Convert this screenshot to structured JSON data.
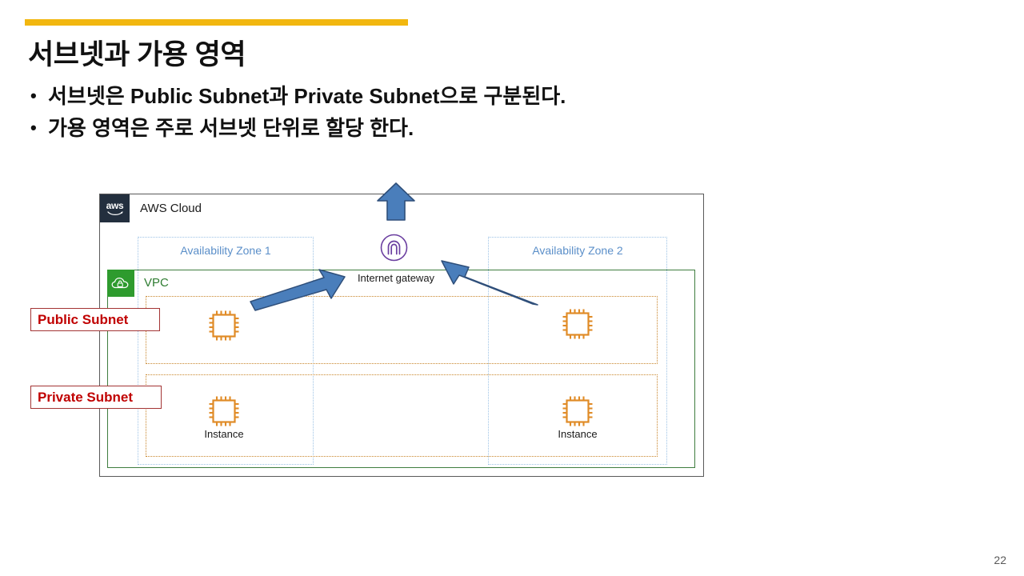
{
  "slide": {
    "title": "서브넷과 가용 영역",
    "page_number": "22",
    "accent_color": "#f2b70f",
    "bullets": [
      {
        "marker": "•",
        "text": "서브넷은 Public Subnet과 Private Subnet으로 구분된다."
      },
      {
        "marker": "•",
        "text": "가용 영역은 주로 서브넷 단위로 할당 한다."
      }
    ]
  },
  "diagram": {
    "cloud": {
      "label": "AWS Cloud",
      "logo_text": "aws",
      "logo_color": "#232f3e"
    },
    "vpc": {
      "label": "VPC",
      "color": "#2f7d32",
      "icon": "cloud-lock-icon"
    },
    "availability_zones": [
      {
        "label": "Availability Zone 1",
        "color": "#5b8fc9"
      },
      {
        "label": "Availability Zone 2",
        "color": "#5b8fc9"
      }
    ],
    "subnet_tags": [
      {
        "label": "Public Subnet",
        "color": "#c00000"
      },
      {
        "label": "Private Subnet",
        "color": "#c00000"
      }
    ],
    "internet_gateway": {
      "label": "Internet gateway",
      "icon": "internet-gateway-icon",
      "color": "#6b3fa0"
    },
    "instances": [
      {
        "label": "",
        "zone": "Availability Zone 1",
        "subnet": "Public Subnet"
      },
      {
        "label": "",
        "zone": "Availability Zone 2",
        "subnet": "Public Subnet"
      },
      {
        "label": "Instance",
        "zone": "Availability Zone 1",
        "subnet": "Private Subnet"
      },
      {
        "label": "Instance",
        "zone": "Availability Zone 2",
        "subnet": "Private Subnet"
      }
    ],
    "arrows": [
      {
        "name": "internet-uplink-arrow",
        "direction": "up",
        "color": "#4a7ebb"
      },
      {
        "name": "az1-to-gateway-arrow",
        "direction": "up-right",
        "color": "#4a7ebb"
      },
      {
        "name": "az2-to-gateway-arrow",
        "direction": "up-left",
        "color": "#4a7ebb"
      }
    ],
    "colors": {
      "subnet_border": "#c9862c",
      "az_border": "#9dc3e6",
      "vpc_border": "#3f7d3f",
      "cloud_border": "#5a5a5a",
      "arrow": "#4a7ebb"
    }
  }
}
